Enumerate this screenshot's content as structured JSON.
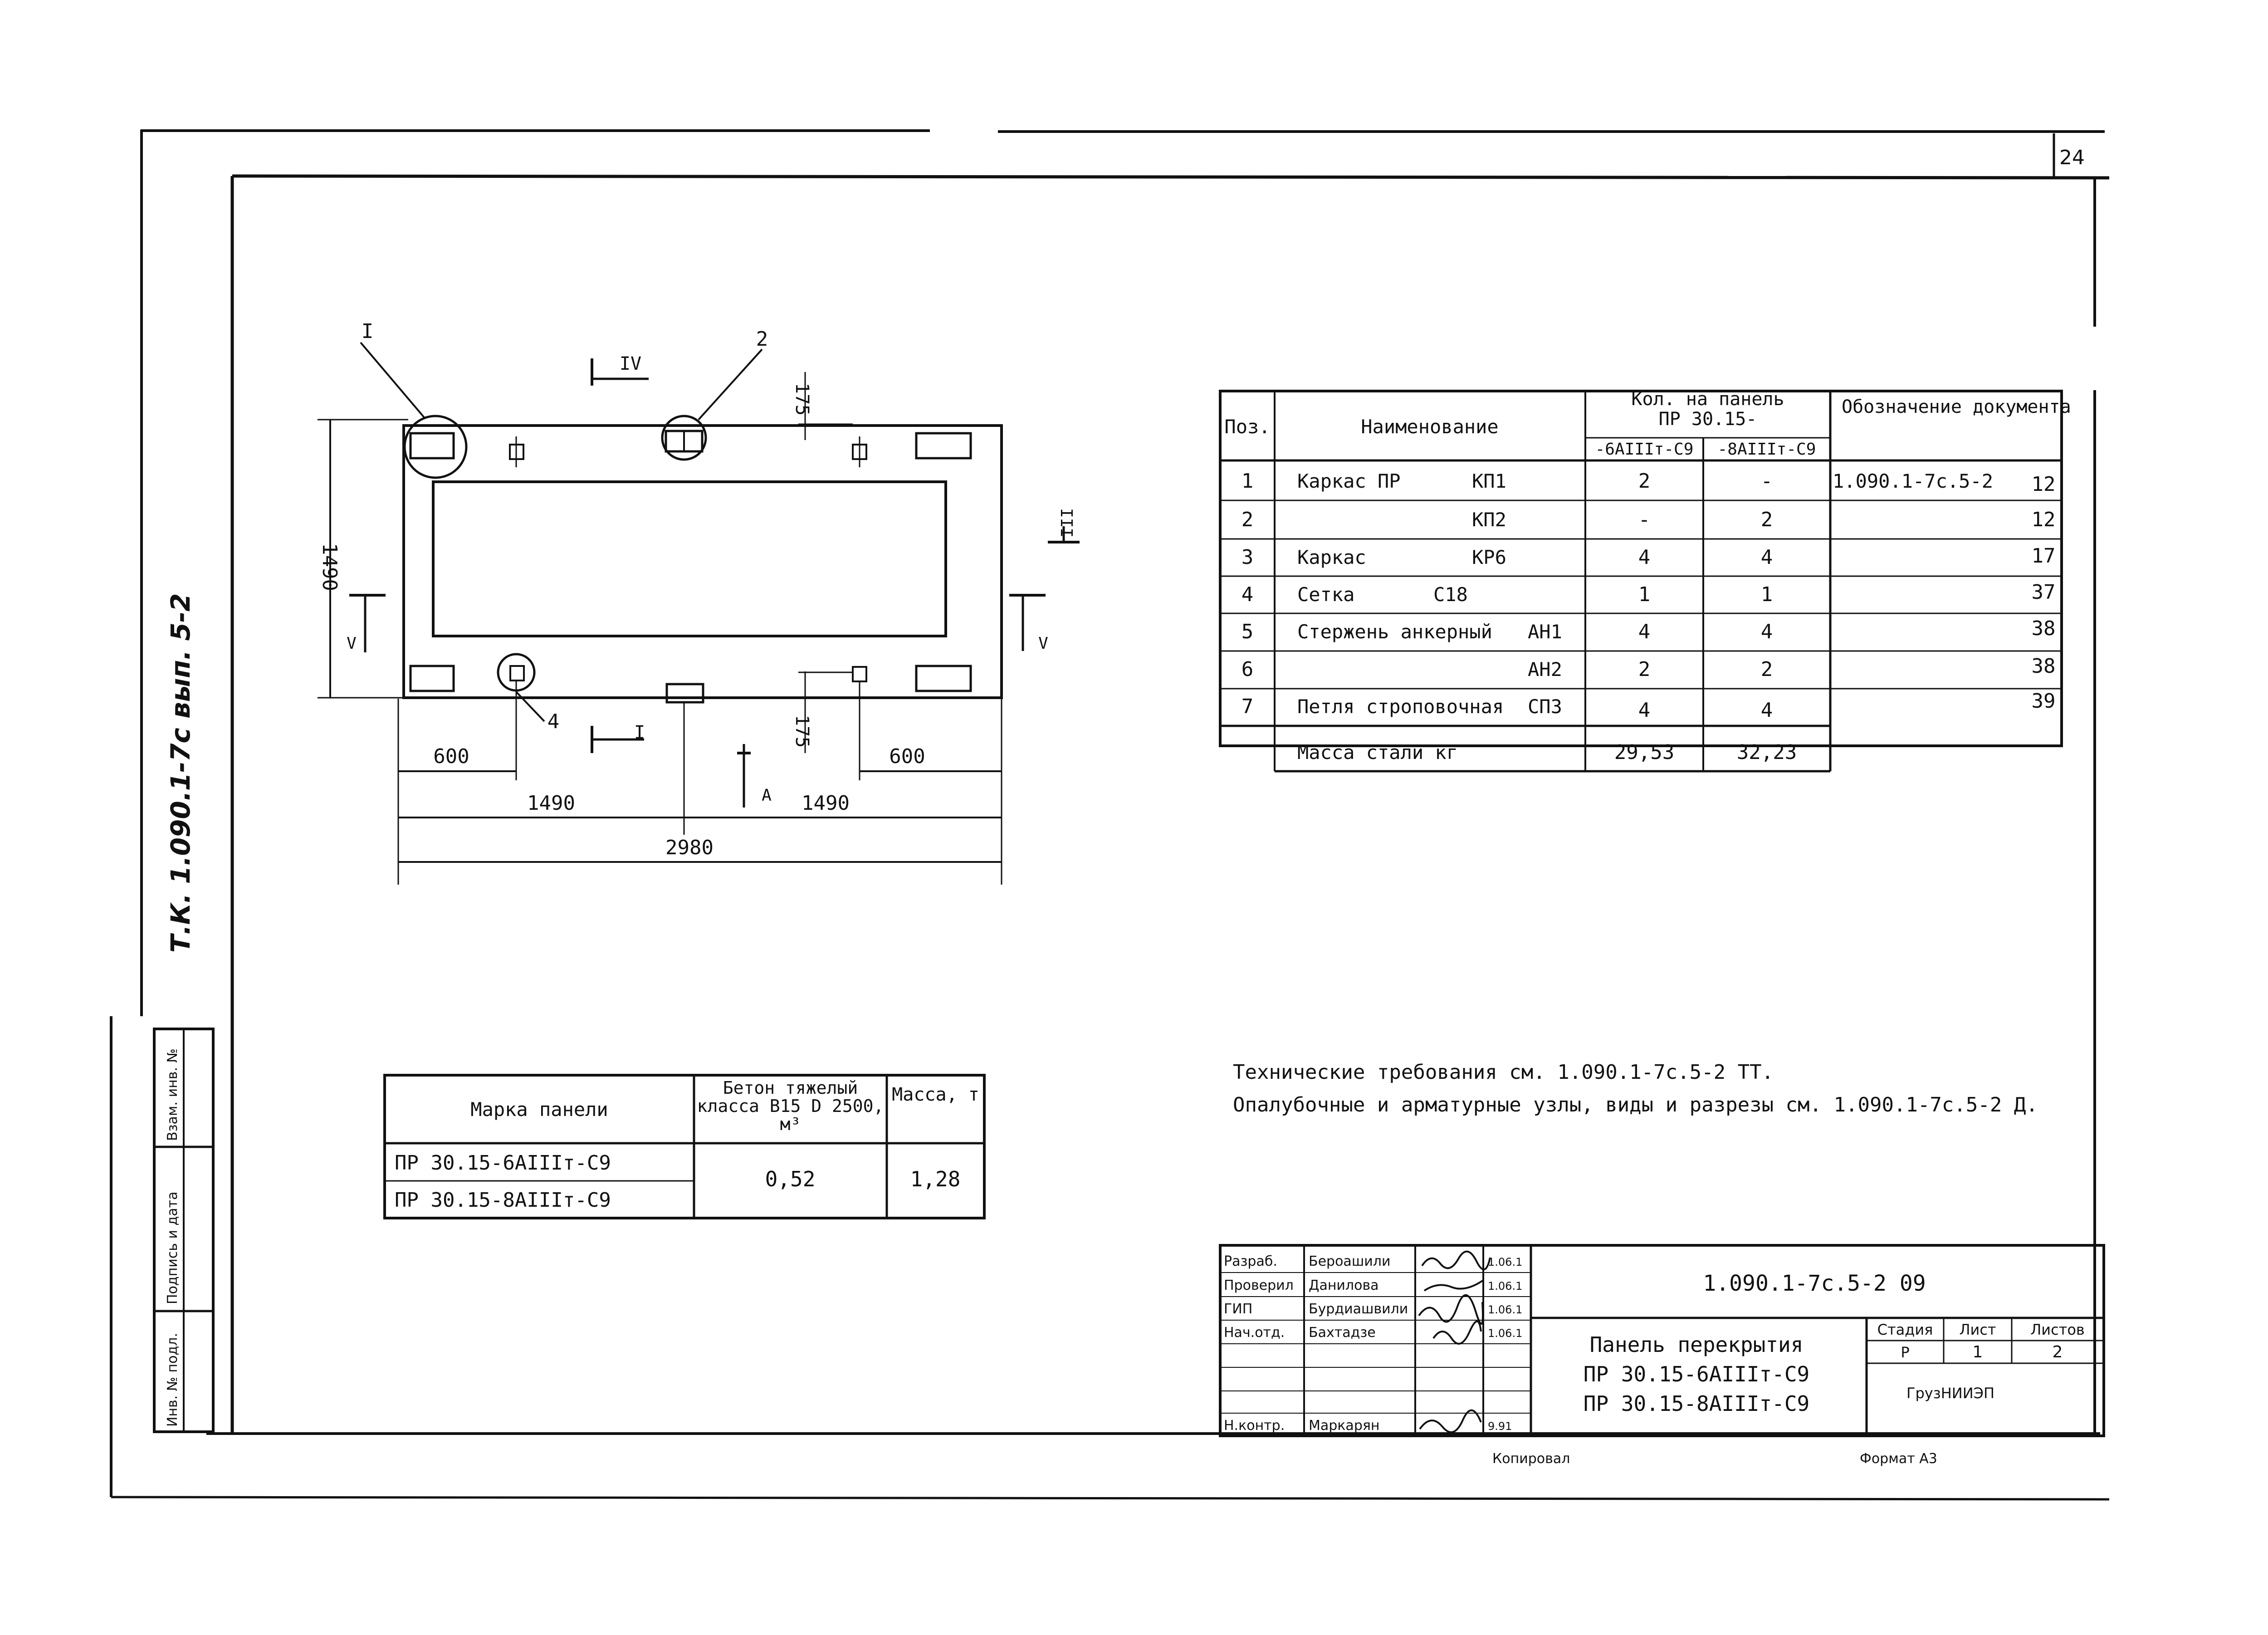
{
  "sheet": {
    "page_number": "24",
    "side_stamp": "Т.К. 1.090.1-7с вып. 5-2",
    "side_columns": [
      "Взам. инв. №",
      "Подпись и дата",
      "Инв. № подл."
    ],
    "copied_label": "Копировал",
    "format_label": "Формат А3"
  },
  "plan": {
    "callouts": {
      "c1": "I",
      "c2": "2",
      "c4": "4"
    },
    "sections": {
      "iv": "IV",
      "iii": "III",
      "v_left": "V",
      "v_right": "V",
      "a": "A",
      "i": "I"
    },
    "dims": {
      "height": "1490",
      "top_175": "175",
      "bottom_175": "175",
      "left_600": "600",
      "right_600": "600",
      "half_left": "1490",
      "half_right": "1490",
      "total": "2980"
    }
  },
  "spec_table": {
    "headers": {
      "pos": "Поз.",
      "name": "Наименование",
      "qty": "Кол. на панель",
      "qty_sub": "ПР 30.15-",
      "col_6": "-6AIIIт-С9",
      "col_8": "-8AIIIт-С9",
      "doc": "Обозначение документа"
    },
    "rows": [
      {
        "pos": "1",
        "name": "Каркас ПР",
        "mark": "КП1",
        "q6": "2",
        "q8": "-",
        "doc": "1.090.1-7с.5-2",
        "sheet": "12"
      },
      {
        "pos": "2",
        "name": "",
        "mark": "КП2",
        "q6": "-",
        "q8": "2",
        "doc": "",
        "sheet": "12"
      },
      {
        "pos": "3",
        "name": "Каркас",
        "mark": "КР6",
        "q6": "4",
        "q8": "4",
        "doc": "",
        "sheet": "17"
      },
      {
        "pos": "4",
        "name": "Сетка",
        "mark": "С18",
        "q6": "1",
        "q8": "1",
        "doc": "",
        "sheet": "37"
      },
      {
        "pos": "5",
        "name": "Стержень анкерный",
        "mark": "АН1",
        "q6": "4",
        "q8": "4",
        "doc": "",
        "sheet": "38"
      },
      {
        "pos": "6",
        "name": "",
        "mark": "АН2",
        "q6": "2",
        "q8": "2",
        "doc": "",
        "sheet": "38"
      },
      {
        "pos": "7",
        "name": "Петля строповочная",
        "mark": "СП3",
        "q6": "4",
        "q8": "4",
        "doc": "",
        "sheet": "39"
      }
    ],
    "mass": {
      "label": "Масса стали кг",
      "q6": "29,53",
      "q8": "32,23"
    }
  },
  "panel_table": {
    "headers": {
      "mark": "Марка панели",
      "concrete": "Бетон тяжелый класса В15 D 2500, м³",
      "mass": "Масса, т"
    },
    "rows": [
      "ПР 30.15-6AIIIт-С9",
      "ПР 30.15-8AIIIт-С9"
    ],
    "concrete": "0,52",
    "mass": "1,28"
  },
  "notes": [
    "Технические требования см. 1.090.1-7с.5-2 ТТ.",
    "Опалубочные и арматурные узлы, виды и разрезы см. 1.090.1-7с.5-2 Д."
  ],
  "title_block": {
    "doc_code": "1.090.1-7с.5-2 09",
    "roles": [
      "Разраб.",
      "Проверил",
      "ГИП",
      "Нач.отд.",
      "",
      "",
      "Н.контр."
    ],
    "names": [
      "Бероашили",
      "Данилова",
      "Бурдиашвили",
      "Бахтадзе",
      "",
      "",
      "Маркарян"
    ],
    "dates": [
      "1.06.1",
      "1.06.1",
      "1.06.1",
      "1.06.1",
      "",
      "",
      "9.91"
    ],
    "title_lines": [
      "Панель перекрытия",
      "ПР 30.15-6AIIIт-С9",
      "ПР 30.15-8AIIIт-С9"
    ],
    "stage_label": "Стадия",
    "sheet_label": "Лист",
    "sheets_label": "Листов",
    "stage": "Р",
    "sheet": "1",
    "sheets": "2",
    "org": "ГрузНИИЭП"
  }
}
